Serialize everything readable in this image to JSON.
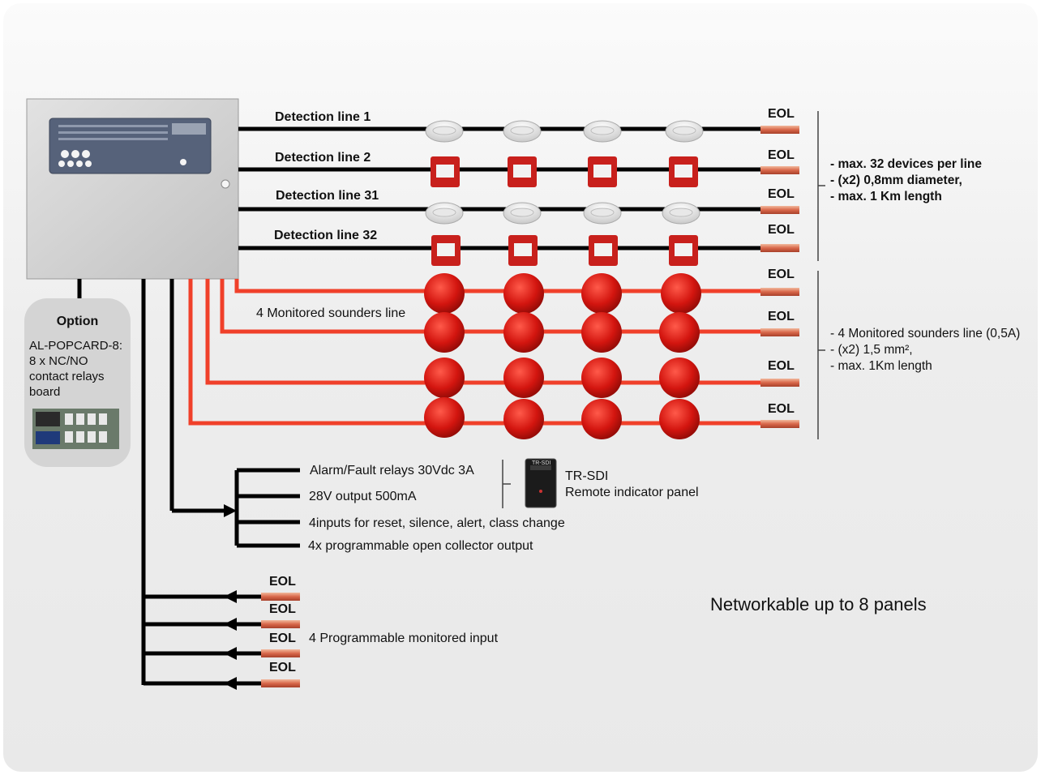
{
  "detection_lines": [
    {
      "label": "Detection line 1",
      "device": "smoke-detector"
    },
    {
      "label": "Detection line 2",
      "device": "manual-call-point"
    },
    {
      "label": "Detection line 31",
      "device": "smoke-detector"
    },
    {
      "label": "Detection line 32",
      "device": "manual-call-point"
    }
  ],
  "sounders_line_label": "4 Monitored sounders line",
  "eol_label": "EOL",
  "detection_specs": [
    "- max. 32 devices per line",
    "- (x2) 0,8mm diameter,",
    "- max. 1 Km length"
  ],
  "sounder_specs": [
    "- 4 Monitored sounders line (0,5A)",
    "- (x2) 1,5 mm²,",
    "- max. 1Km length"
  ],
  "option": {
    "title": "Option",
    "text": "AL-POPCARD-8:\n8 x NC/NO\ncontact relays\nboard"
  },
  "outputs": [
    "Alarm/Fault relays 30Vdc 3A",
    "28V output 500mA",
    "4inputs for reset, silence, alert, class change",
    "4x programmable open collector output"
  ],
  "remote_panel": {
    "name": "TR-SDI",
    "description": "Remote indicator panel",
    "device_text": "TR-SDI"
  },
  "monitored_inputs_label": "4 Programmable monitored input",
  "network_text": "Networkable up to 8 panels",
  "colors": {
    "detection_wire": "#000000",
    "sounder_wire": "#f0402a",
    "sounder": "#d11a14",
    "call_point": "#c8201c",
    "panel": "#cfcfcf",
    "eol_resistor": "#d9785a"
  }
}
